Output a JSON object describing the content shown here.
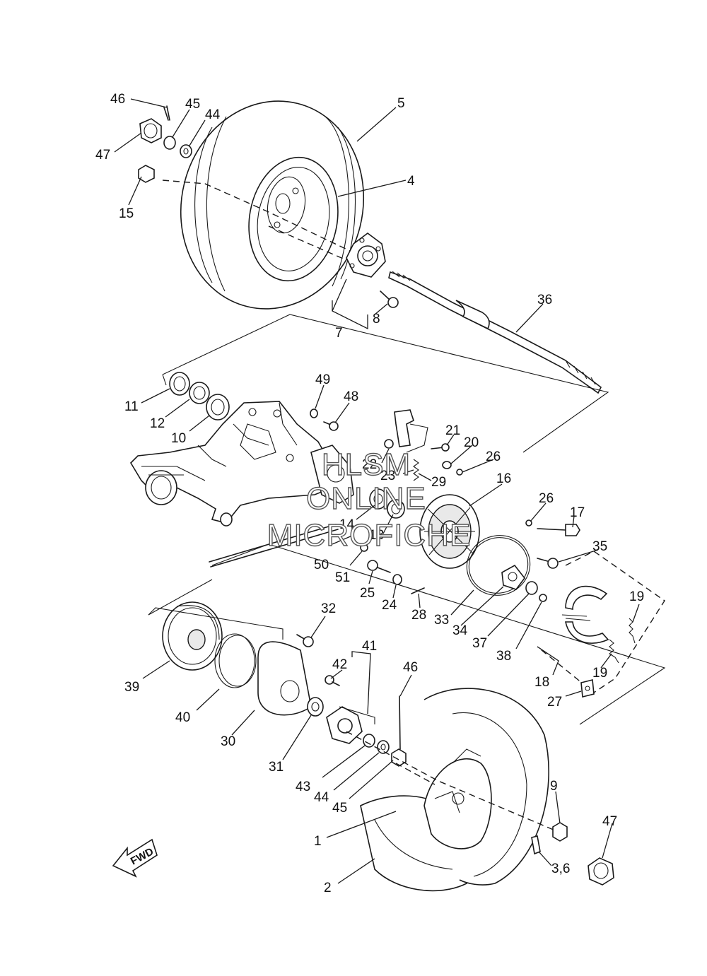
{
  "diagram": {
    "callouts": [
      {
        "id": "c46a",
        "label": "46"
      },
      {
        "id": "c45a",
        "label": "45"
      },
      {
        "id": "c44a",
        "label": "44"
      },
      {
        "id": "c5",
        "label": "5"
      },
      {
        "id": "c47a",
        "label": "47"
      },
      {
        "id": "c15",
        "label": "15"
      },
      {
        "id": "c4",
        "label": "4"
      },
      {
        "id": "c36",
        "label": "36"
      },
      {
        "id": "c8",
        "label": "8"
      },
      {
        "id": "c7",
        "label": "7"
      },
      {
        "id": "c49",
        "label": "49"
      },
      {
        "id": "c48",
        "label": "48"
      },
      {
        "id": "c11",
        "label": "11"
      },
      {
        "id": "c12",
        "label": "12"
      },
      {
        "id": "c10",
        "label": "10"
      },
      {
        "id": "c21",
        "label": "21"
      },
      {
        "id": "c20",
        "label": "20"
      },
      {
        "id": "c22",
        "label": "22"
      },
      {
        "id": "c26a",
        "label": "26"
      },
      {
        "id": "c23",
        "label": "23"
      },
      {
        "id": "c29",
        "label": "29"
      },
      {
        "id": "c16",
        "label": "16"
      },
      {
        "id": "c26b",
        "label": "26"
      },
      {
        "id": "c17",
        "label": "17"
      },
      {
        "id": "c14",
        "label": "14"
      },
      {
        "id": "c13",
        "label": "13"
      },
      {
        "id": "c35",
        "label": "35"
      },
      {
        "id": "c50",
        "label": "50"
      },
      {
        "id": "c51",
        "label": "51"
      },
      {
        "id": "c25",
        "label": "25"
      },
      {
        "id": "c24",
        "label": "24"
      },
      {
        "id": "c28",
        "label": "28"
      },
      {
        "id": "c33",
        "label": "33"
      },
      {
        "id": "c34",
        "label": "34"
      },
      {
        "id": "c37",
        "label": "37"
      },
      {
        "id": "c38",
        "label": "38"
      },
      {
        "id": "c19a",
        "label": "19"
      },
      {
        "id": "c19b",
        "label": "19"
      },
      {
        "id": "c18",
        "label": "18"
      },
      {
        "id": "c27",
        "label": "27"
      },
      {
        "id": "c32",
        "label": "32"
      },
      {
        "id": "c41",
        "label": "41"
      },
      {
        "id": "c42",
        "label": "42"
      },
      {
        "id": "c46b",
        "label": "46"
      },
      {
        "id": "c39",
        "label": "39"
      },
      {
        "id": "c40",
        "label": "40"
      },
      {
        "id": "c30",
        "label": "30"
      },
      {
        "id": "c31",
        "label": "31"
      },
      {
        "id": "c43",
        "label": "43"
      },
      {
        "id": "c44b",
        "label": "44"
      },
      {
        "id": "c45b",
        "label": "45"
      },
      {
        "id": "c9",
        "label": "9"
      },
      {
        "id": "c47b",
        "label": "47"
      },
      {
        "id": "c1",
        "label": "1"
      },
      {
        "id": "c2",
        "label": "2"
      },
      {
        "id": "c36b",
        "label": "3,6"
      }
    ],
    "watermark": [
      "HLSM",
      "ONLINE",
      "MICROFICHE"
    ],
    "fwd_label": "FWD"
  }
}
